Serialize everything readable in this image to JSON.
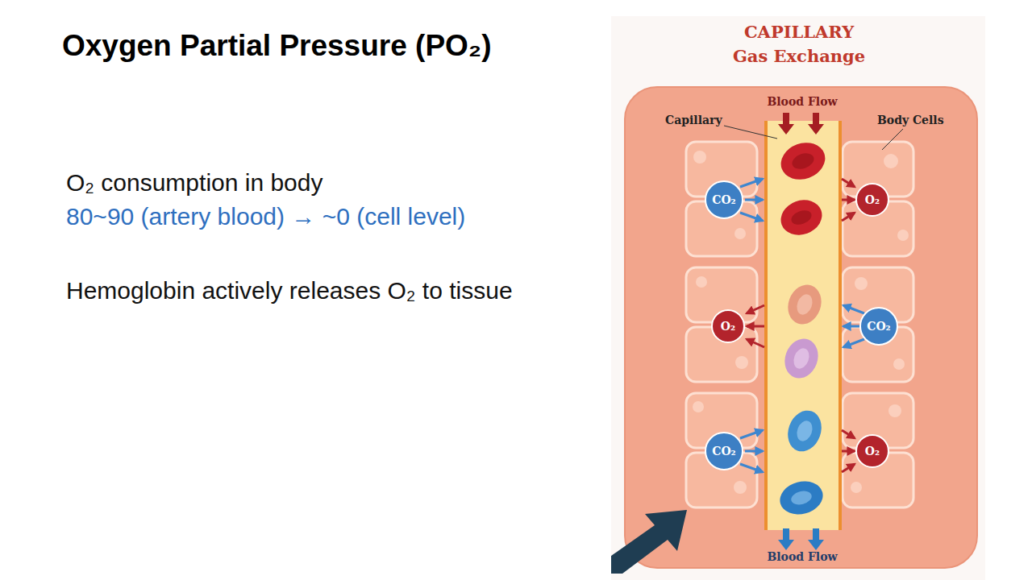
{
  "diagram": {
    "title": "Oxygen Partial Pressure (PO₂)",
    "nodes": [
      {
        "text": [
          "CO₂"
        ]
      },
      {
        "text": [
          "O₂"
        ]
      },
      {
        "text": [
          "O₂"
        ]
      },
      {
        "text": [
          "CO₂"
        ]
      },
      {
        "text": [
          "CO₂"
        ]
      },
      {
        "text": [
          "O₂"
        ]
      }
    ],
    "labels": [
      "O₂ consumption in body",
      "80~90 (artery blood) → ~0 (cell level)",
      "Hemoglobin actively releases O₂ to tissue",
      "CAPILLARY",
      "Gas Exchange",
      "Blood Flow",
      "Capillary",
      "Body Cells",
      "Blood Flow"
    ]
  }
}
